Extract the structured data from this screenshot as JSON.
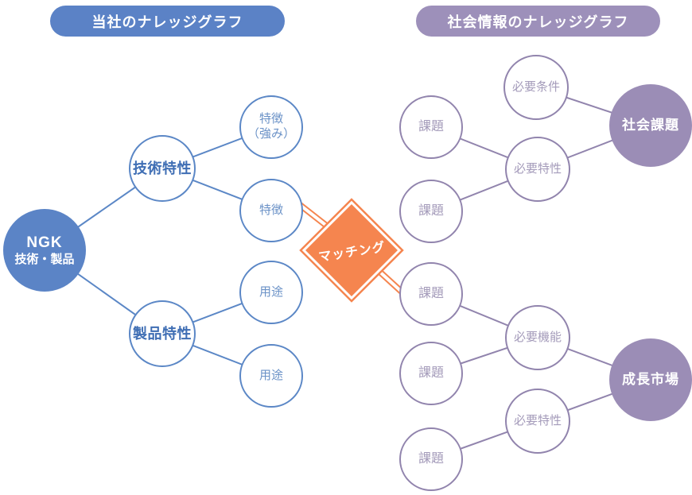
{
  "badges": {
    "company": "当社のナレッジグラフ",
    "social": "社会情報のナレッジグラフ"
  },
  "matching": {
    "label": "マッチング"
  },
  "company_graph": {
    "root": {
      "line1": "NGK",
      "line2": "技術・製品"
    },
    "tech_trait": "技術特性",
    "product_trait": "製品特性",
    "feature_strength": {
      "line1": "特徴",
      "line2": "（強み）"
    },
    "feature": "特徴",
    "use_top": "用途",
    "use_bottom": "用途"
  },
  "social_graph": {
    "issue_1": "課題",
    "issue_2": "課題",
    "issue_3": "課題",
    "issue_4": "課題",
    "issue_5": "課題",
    "required_condition": "必要条件",
    "required_trait_top": "必要特性",
    "required_function": "必要機能",
    "required_trait_bottom": "必要特性",
    "social_issue": "社会課題",
    "growth_market": "成長市場"
  },
  "colors": {
    "company_blue": "#5b82c6",
    "company_blue_fill": "#5b84c6",
    "company_blue_stroke": "#5b87c6",
    "company_text_dark": "#3f6eb4",
    "company_text_light": "#6b92c7",
    "social_purple_badge": "#9d90ba",
    "social_purple_stroke": "#9184ad",
    "social_purple_fill": "#9b8db6",
    "social_text": "#a49bba",
    "matching_orange": "#f5854f",
    "background": "#ffffff"
  }
}
